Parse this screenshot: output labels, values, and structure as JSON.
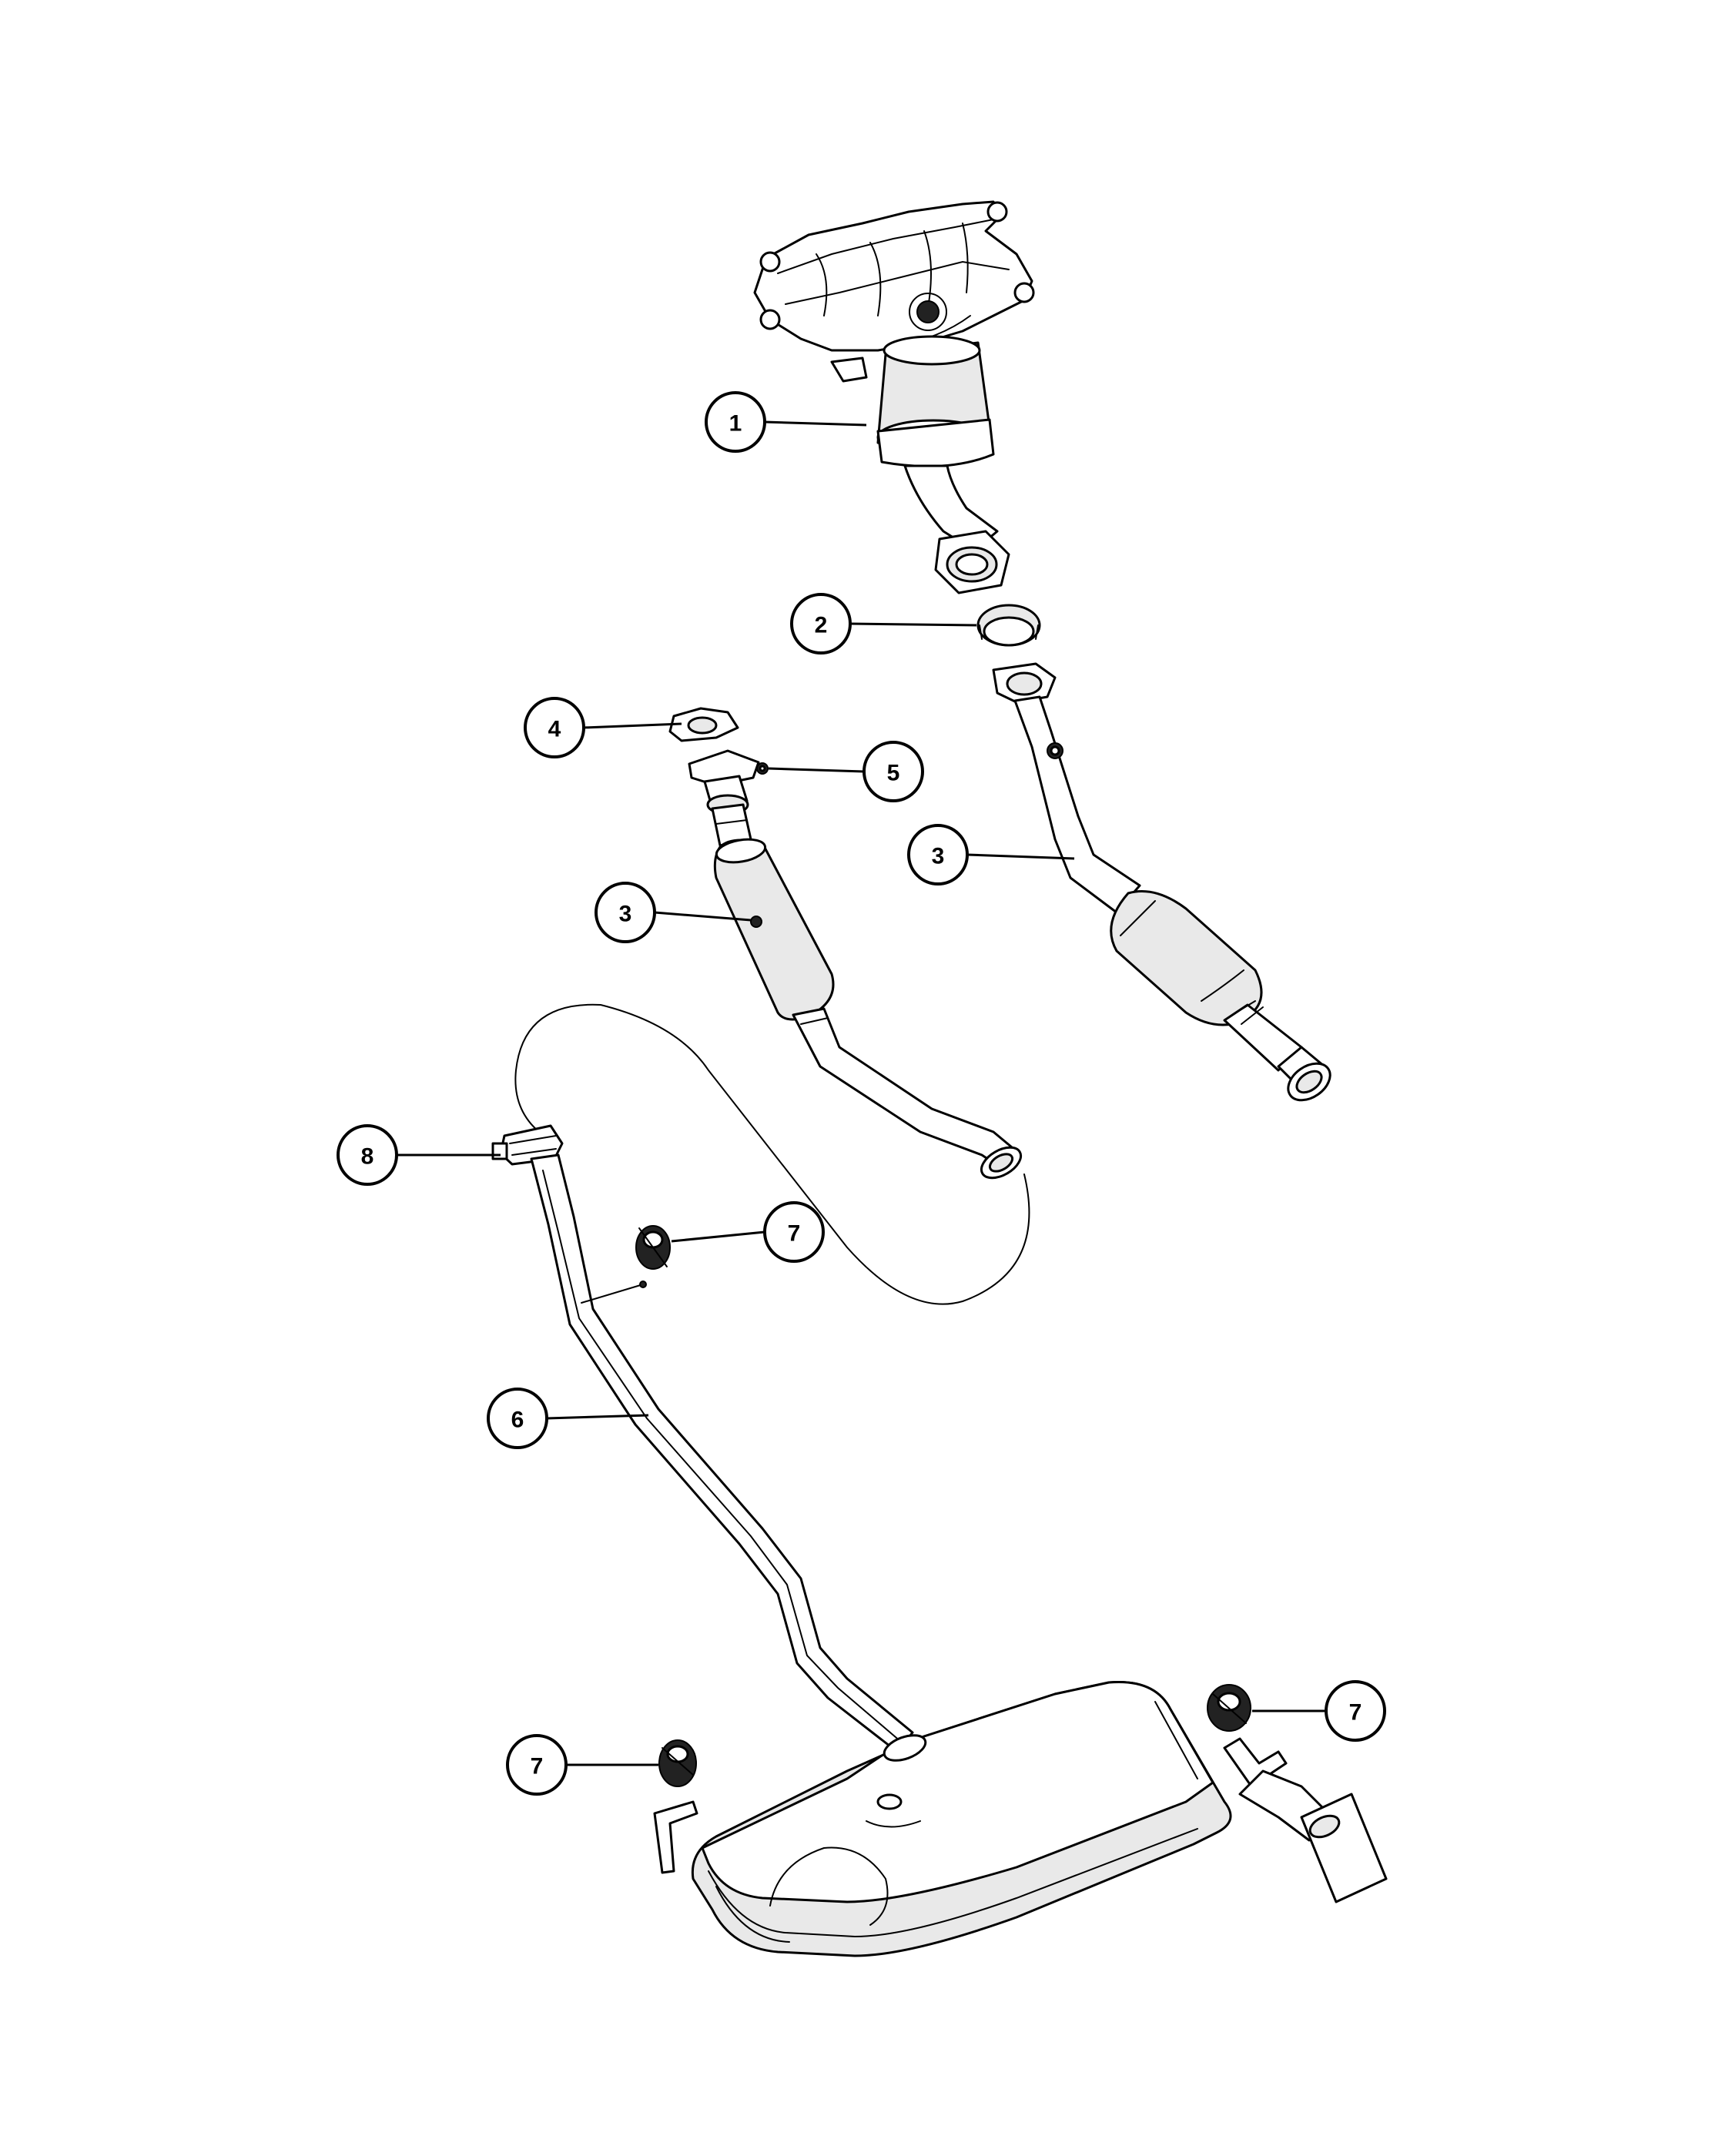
{
  "callouts": [
    {
      "label": "1"
    },
    {
      "label": "2"
    },
    {
      "label": "4"
    },
    {
      "label": "5"
    },
    {
      "label": "3"
    },
    {
      "label": "3"
    },
    {
      "label": "8"
    },
    {
      "label": "7"
    },
    {
      "label": "6"
    },
    {
      "label": "7"
    },
    {
      "label": "7"
    }
  ]
}
